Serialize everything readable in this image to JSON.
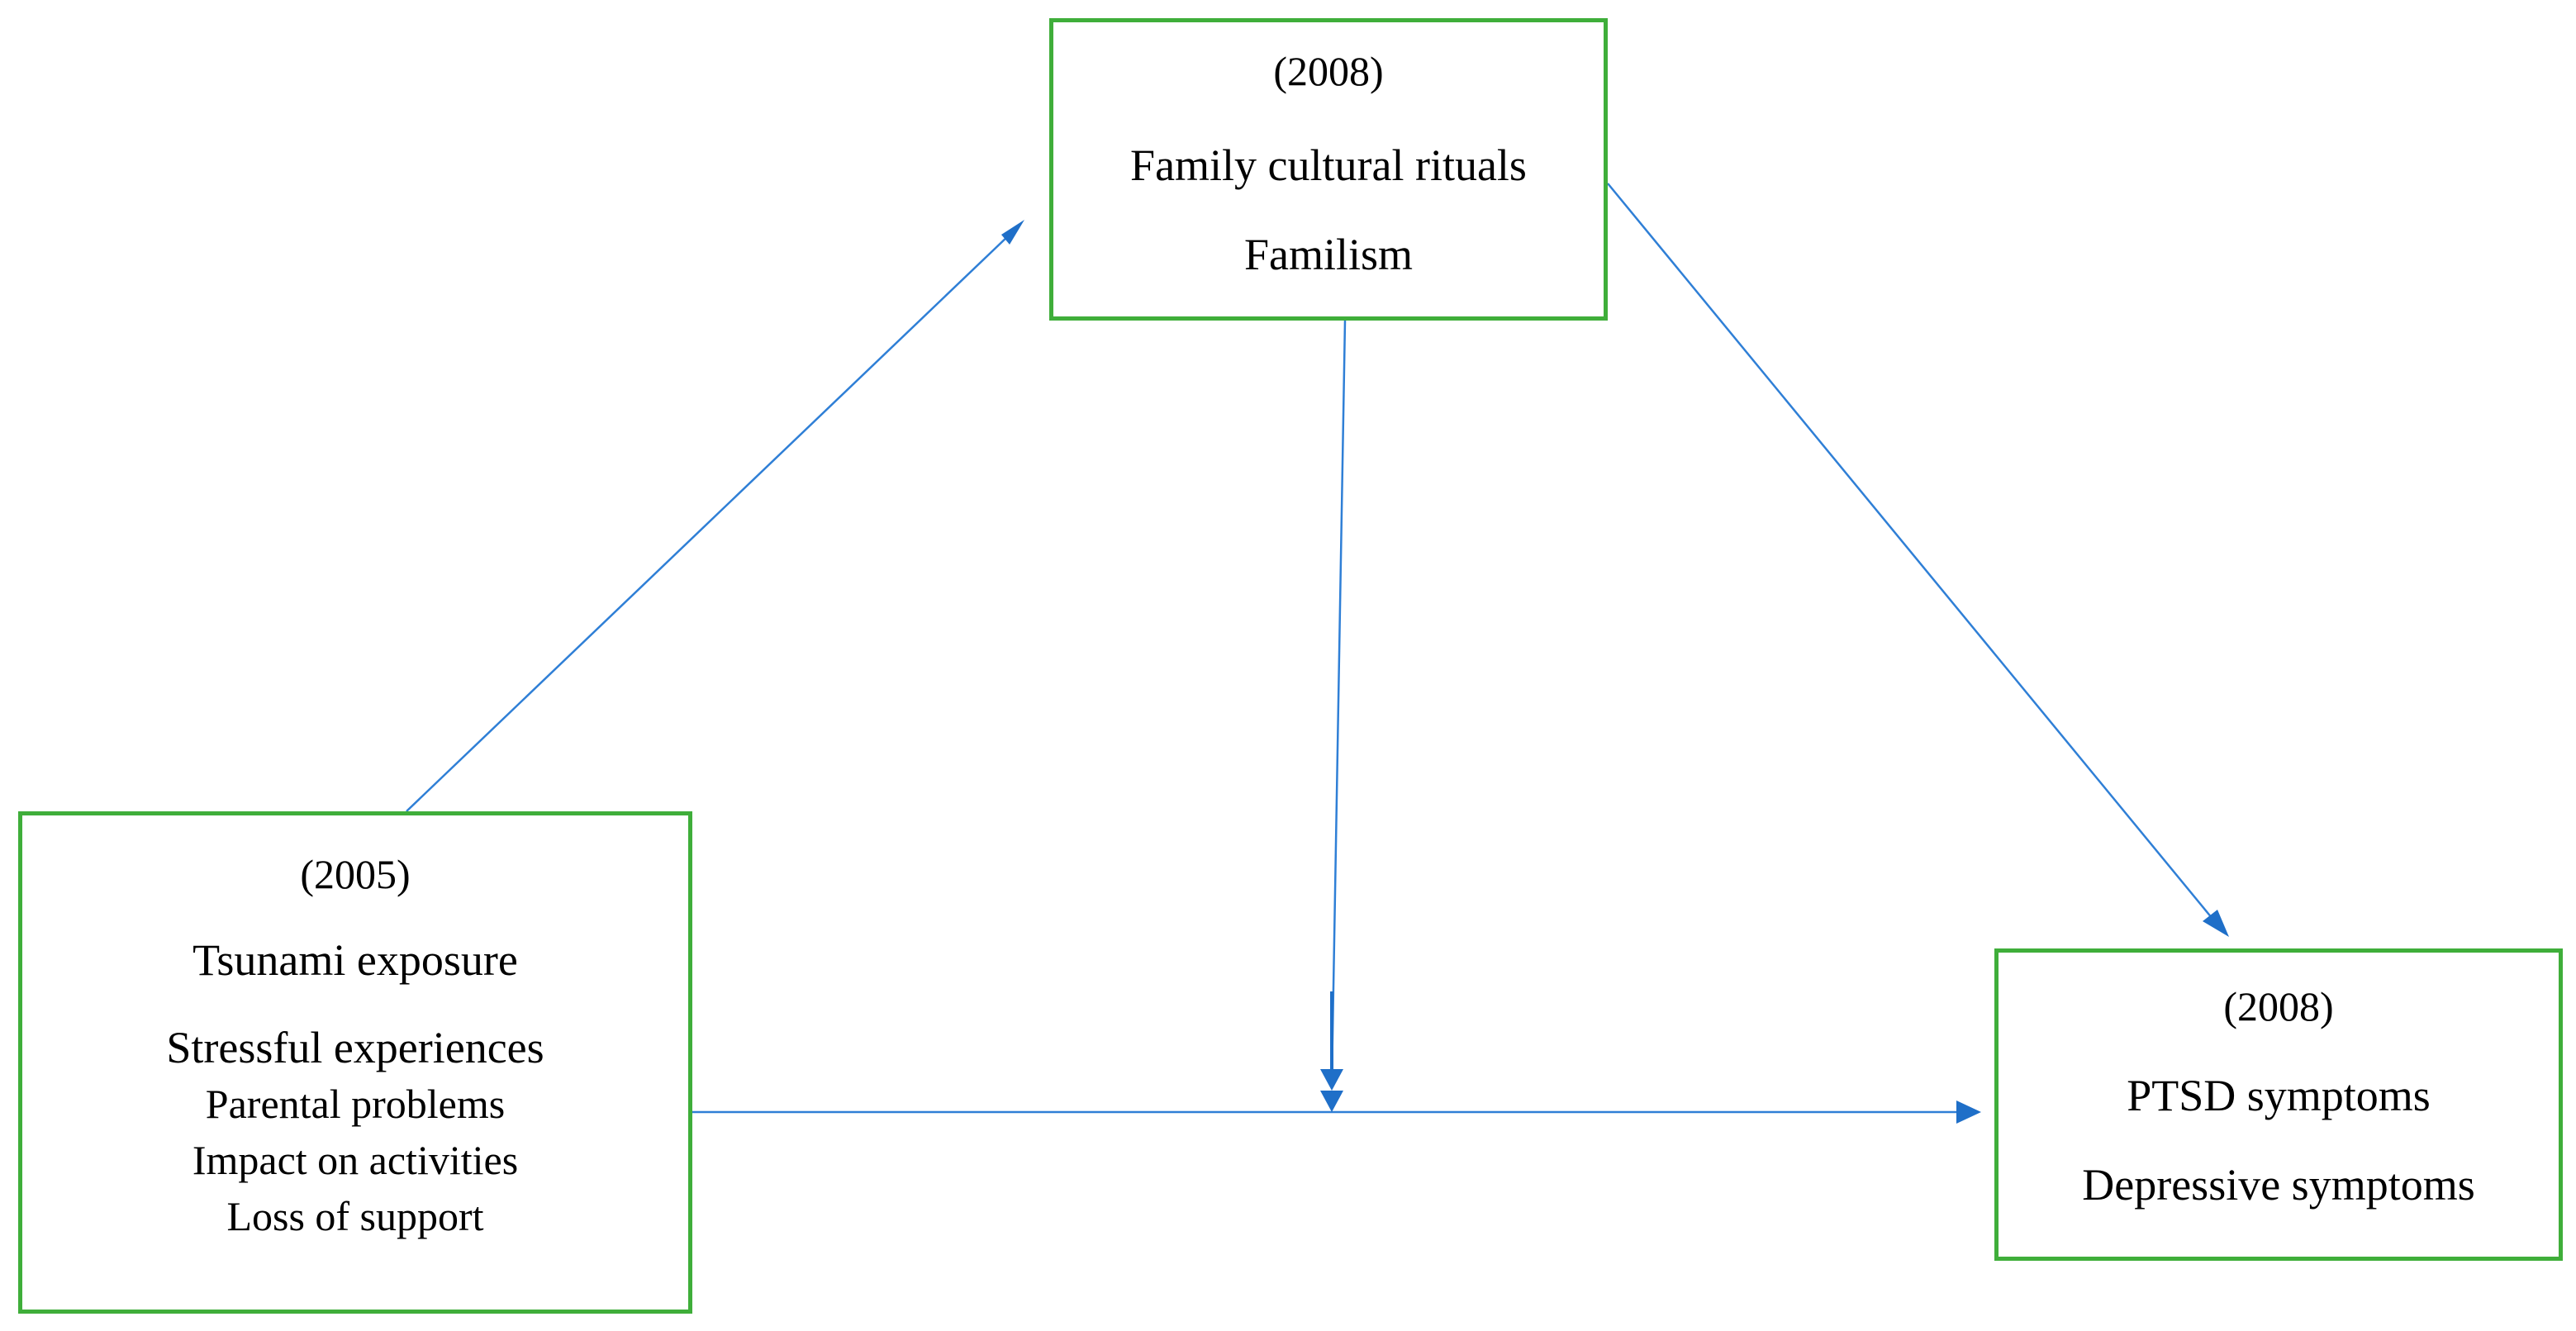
{
  "diagram": {
    "mediators": {
      "year": "(2008)",
      "items": [
        "Family cultural rituals",
        "Familism"
      ]
    },
    "exposure": {
      "year": "(2005)",
      "items": [
        "Tsunami exposure",
        "Stressful experiences",
        "Parental problems",
        "Impact on activities",
        "Loss of support"
      ]
    },
    "outcomes": {
      "year": "(2008)",
      "items": [
        "PTSD symptoms",
        "Depressive symptoms"
      ]
    },
    "colors": {
      "box_border": "#3fae3a",
      "arrow": "#2f7fd6",
      "arrowhead": "#1f6fc8",
      "text": "#000000"
    }
  }
}
